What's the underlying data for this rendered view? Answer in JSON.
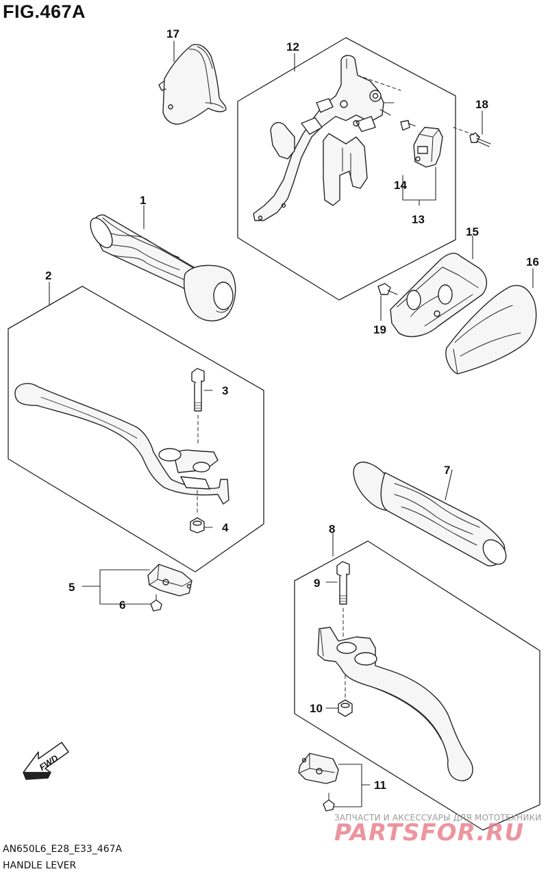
{
  "figure": {
    "title": "FIG.467A",
    "model_code": "AN650L6_E28_E33_467A",
    "name": "HANDLE LEVER"
  },
  "fwd_label": "FWD",
  "watermark": {
    "tagline": "ЗАПЧАСТИ И АКСЕССУАРЫ ДЛЯ МОТОТЕХНИКИ",
    "brand": "PARTSFOR.RU"
  },
  "callouts": [
    "1",
    "2",
    "3",
    "4",
    "5",
    "6",
    "7",
    "8",
    "9",
    "10",
    "11",
    "12",
    "13",
    "14",
    "15",
    "16",
    "17",
    "18",
    "19"
  ],
  "colors": {
    "line": "#222222",
    "part_fill": "#f4f4f4",
    "shade": "#bdbdbd",
    "watermark": "#e87b86"
  }
}
